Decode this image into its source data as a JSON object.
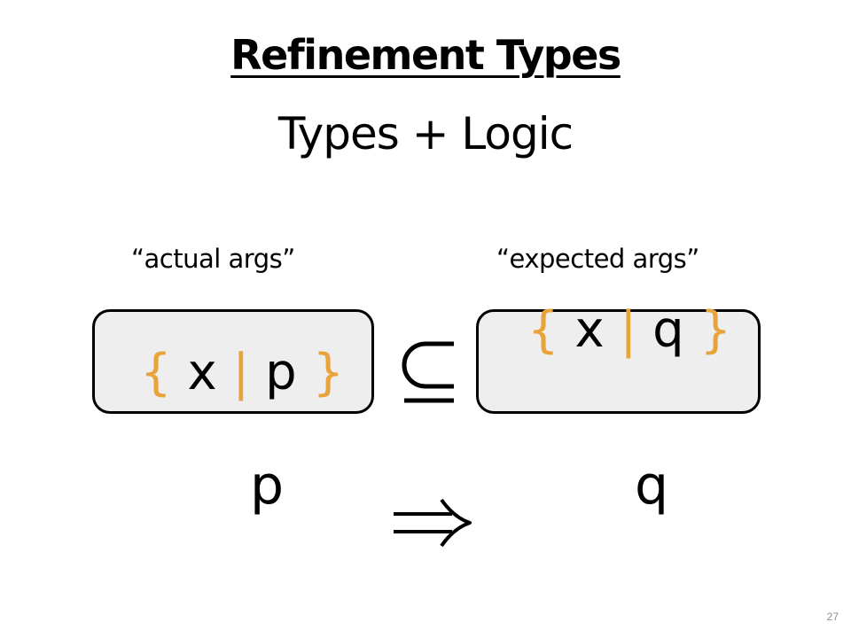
{
  "slide": {
    "title": "Refinement Types",
    "subtitle": "Types + Logic",
    "left": {
      "caption": "“actual args”",
      "set": {
        "open": "{",
        "var": "x",
        "bar": "|",
        "pred": "p",
        "close": "}"
      },
      "below": "p"
    },
    "right": {
      "caption": "“expected args”",
      "set": {
        "open": "{",
        "var": "x",
        "bar": "|",
        "pred": "q",
        "close": "}"
      },
      "below": "q"
    },
    "relation_icon": "subseteq-icon",
    "implication_icon": "implies-arrow-icon",
    "page_number": "27"
  },
  "colors": {
    "accent": "#e8a33b",
    "box_fill": "#eeeeee",
    "text": "#000000",
    "page_number": "#8c8c8c"
  }
}
